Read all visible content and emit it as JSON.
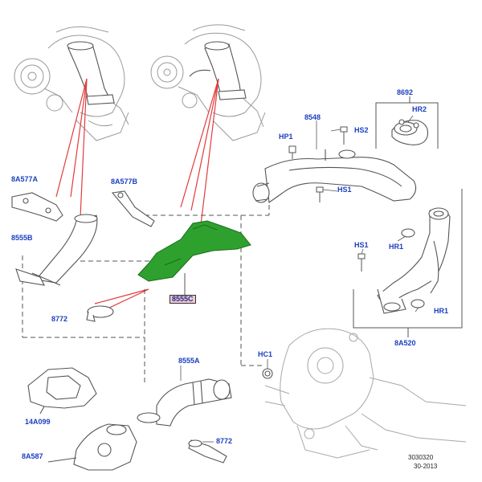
{
  "colors": {
    "label": "#1b3fbf",
    "leader_red": "#e23b3b",
    "highlight_part": "#2ea02e",
    "highlight_label_bg": "#f3c7cf",
    "part_line": "#7a7a7a",
    "dash": "#555555"
  },
  "labels": {
    "p8692": "8692",
    "hr2": "HR2",
    "p8548": "8548",
    "hp1": "HP1",
    "hs2": "HS2",
    "p8a577a": "8A577A",
    "p8a577b": "8A577B",
    "hs1_top": "HS1",
    "p8555b": "8555B",
    "hs1_right": "HS1",
    "hr1_upper": "HR1",
    "p8555c": "8555C",
    "p8772_left": "8772",
    "hr1_lower": "HR1",
    "p8a520": "8A520",
    "hc1": "HC1",
    "p8555a": "8555A",
    "p14a099": "14A099",
    "p8772_bottom": "8772",
    "p8a587": "8A587"
  },
  "reference": {
    "number": "3030320",
    "date": "30-2013"
  }
}
